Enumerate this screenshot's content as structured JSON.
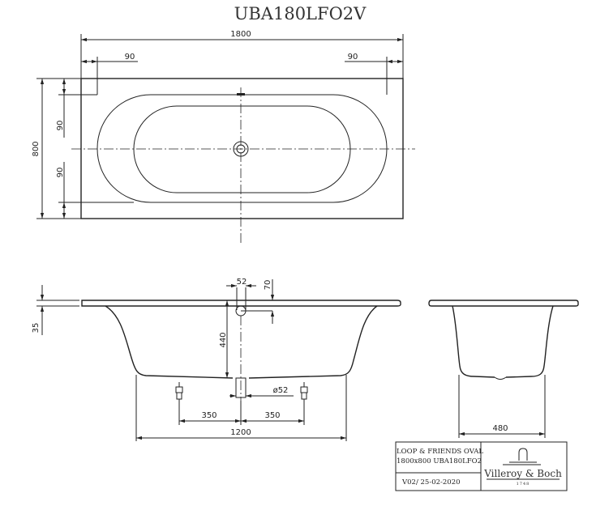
{
  "title": "UBA180LFO2V",
  "top_view": {
    "overall_length": "1800",
    "left_offset": "90",
    "right_offset": "90",
    "overall_width": "800",
    "top_offset": "90",
    "bottom_offset": "90"
  },
  "side_view": {
    "rim_thickness": "35",
    "overflow_diameter": "52",
    "overflow_height": "70",
    "depth": "440",
    "drain_diameter": "ø52",
    "left_foot_spacing": "350",
    "right_foot_spacing": "350",
    "bottom_length": "1200"
  },
  "end_view": {
    "bottom_width": "480"
  },
  "title_block": {
    "product_line1": "LOOP & FRIENDS OVAL",
    "product_line2": "1800x800 UBA180LFO2",
    "version": "V02/ 25-02-2020",
    "brand": "Villeroy & Boch",
    "brand_year": "1748"
  }
}
